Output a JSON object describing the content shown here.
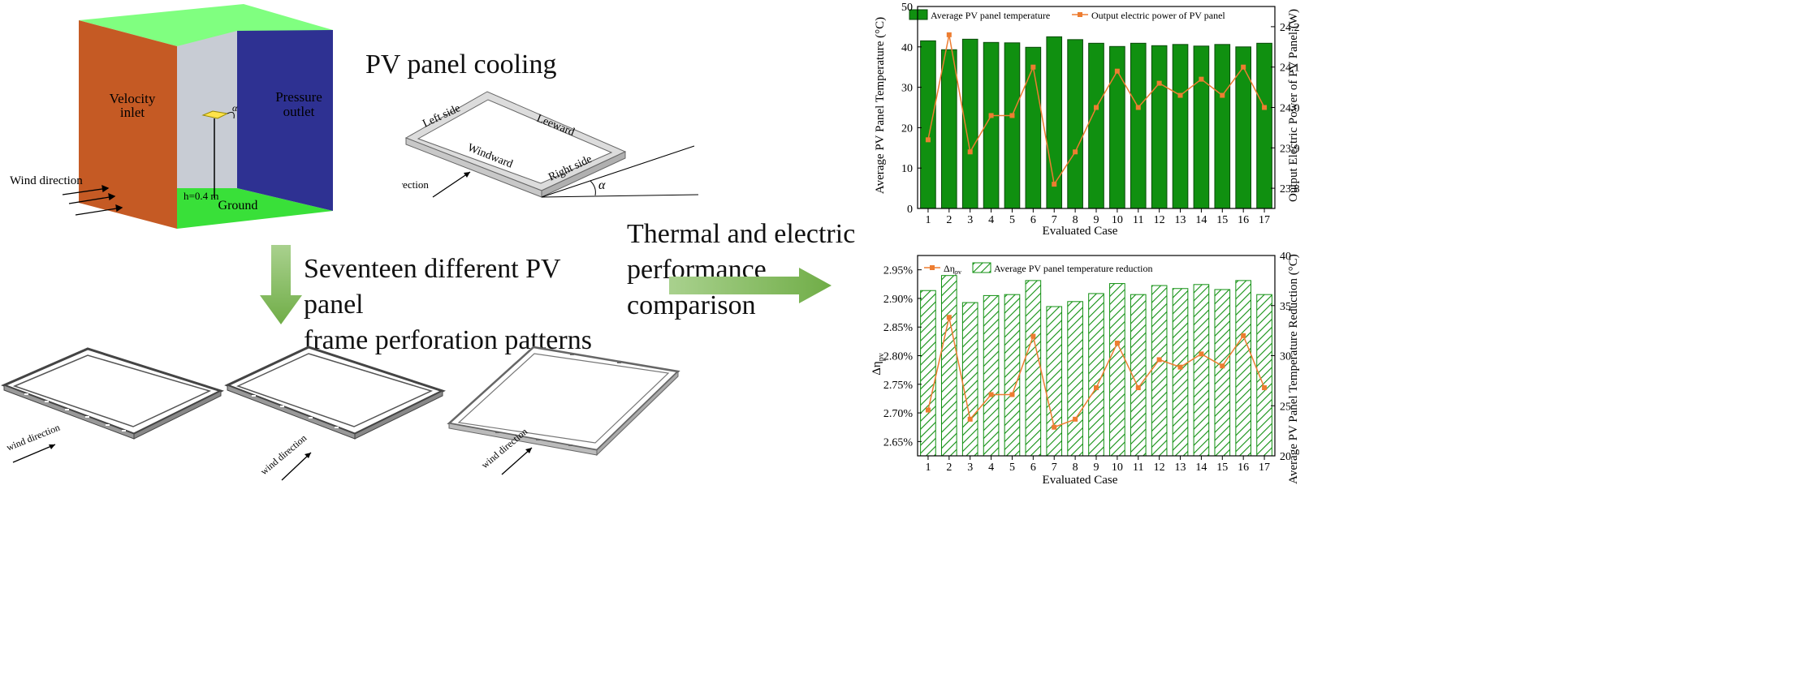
{
  "domain_box": {
    "velocity_inlet_line1": "Velocity",
    "velocity_inlet_line2": "inlet",
    "pressure_outlet_line1": "Pressure",
    "pressure_outlet_line2": "outlet",
    "ground": "Ground",
    "wind_direction": "Wind direction",
    "height_label": "h=0.4 m",
    "angle_symbol": "α",
    "colors": {
      "inlet": "#c55a24",
      "outlet": "#2e3192",
      "top": "#80ff80",
      "ground": "#39e039",
      "back": "#c8ccd4",
      "panel": "#ffe34a"
    }
  },
  "panel_cooling": {
    "title": "PV panel cooling",
    "left_side": "Left side",
    "leeward": "Leeward",
    "windward": "Windward",
    "right_side": "Right side",
    "wind_direction": "Wind direction",
    "angle_symbol": "α"
  },
  "patterns": {
    "arrow_label": "Seventeen different PV panel frame perforation patterns",
    "line1": "Seventeen different PV panel",
    "line2": "frame perforation patterns",
    "frame_wind_labels": [
      "wind direction",
      "wind direction",
      "wind direction"
    ],
    "arrow_color": "#70ad47"
  },
  "comparison": {
    "line1": "Thermal and electric",
    "line2": "performance comparison",
    "arrow_color": "#70ad47"
  },
  "chart_data": [
    {
      "type": "bar",
      "categories": [
        "1",
        "2",
        "3",
        "4",
        "5",
        "6",
        "7",
        "8",
        "9",
        "10",
        "11",
        "12",
        "13",
        "14",
        "15",
        "16",
        "17"
      ],
      "series": [
        {
          "name": "Average PV panel temperature",
          "type": "bar",
          "axis": "left",
          "values": [
            41.5,
            39.3,
            41.9,
            41.1,
            41.0,
            39.9,
            42.5,
            41.8,
            40.9,
            40.1,
            40.9,
            40.3,
            40.6,
            40.2,
            40.6,
            40.0,
            40.9
          ],
          "color": "#109010"
        },
        {
          "name": "Output electric power of PV panel",
          "type": "line",
          "axis": "right",
          "values": [
            23.92,
            24.18,
            23.89,
            23.98,
            23.98,
            24.1,
            23.81,
            23.89,
            24.0,
            24.09,
            24.0,
            24.06,
            24.03,
            24.07,
            24.03,
            24.1,
            24.0
          ],
          "color": "#ed7d31"
        }
      ],
      "xlabel": "Evaluated Case",
      "ylabel": "Average PV Panel Temperature (°C)",
      "ylabel_right": "Output Electric Power of PV Panel (W)",
      "ylim": [
        0,
        50
      ],
      "ylim_right": [
        23.75,
        24.25
      ],
      "yticks": [
        "0",
        "10",
        "20",
        "30",
        "40",
        "50"
      ],
      "yticks_right": [
        "23.8",
        "23.9",
        "24.0",
        "24.1",
        "24.2"
      ],
      "legend": "top"
    },
    {
      "type": "bar",
      "categories": [
        "1",
        "2",
        "3",
        "4",
        "5",
        "6",
        "7",
        "8",
        "9",
        "10",
        "11",
        "12",
        "13",
        "14",
        "15",
        "16",
        "17"
      ],
      "series": [
        {
          "name": "Δη_pv",
          "type": "line",
          "axis": "left",
          "values": [
            2.705,
            2.867,
            2.689,
            2.732,
            2.732,
            2.834,
            2.675,
            2.689,
            2.744,
            2.822,
            2.744,
            2.793,
            2.78,
            2.803,
            2.782,
            2.835,
            2.744
          ],
          "color": "#ed7d31"
        },
        {
          "name": "Average PV panel temperature reduction",
          "type": "bar",
          "axis": "right",
          "values": [
            36.5,
            38.0,
            35.3,
            36.0,
            36.1,
            37.5,
            34.9,
            35.4,
            36.2,
            37.2,
            36.1,
            37.0,
            36.7,
            37.1,
            36.6,
            37.5,
            36.1
          ],
          "color": "#92d050"
        }
      ],
      "legend_label_line": "Δη",
      "legend_label_line_sub": "pv",
      "xlabel": "Evaluated Case",
      "ylabel": "Δη",
      "ylabel_sub": "pv",
      "ylabel_right": "Average PV Panel Temperature Reduction (°C)",
      "ylim": [
        2.625,
        2.975
      ],
      "ylim_right": [
        20,
        40
      ],
      "yticks": [
        "2.65%",
        "2.70%",
        "2.75%",
        "2.80%",
        "2.85%",
        "2.90%",
        "2.95%"
      ],
      "yticks_right": [
        "20",
        "25",
        "30",
        "35",
        "40"
      ],
      "legend": "top"
    }
  ]
}
